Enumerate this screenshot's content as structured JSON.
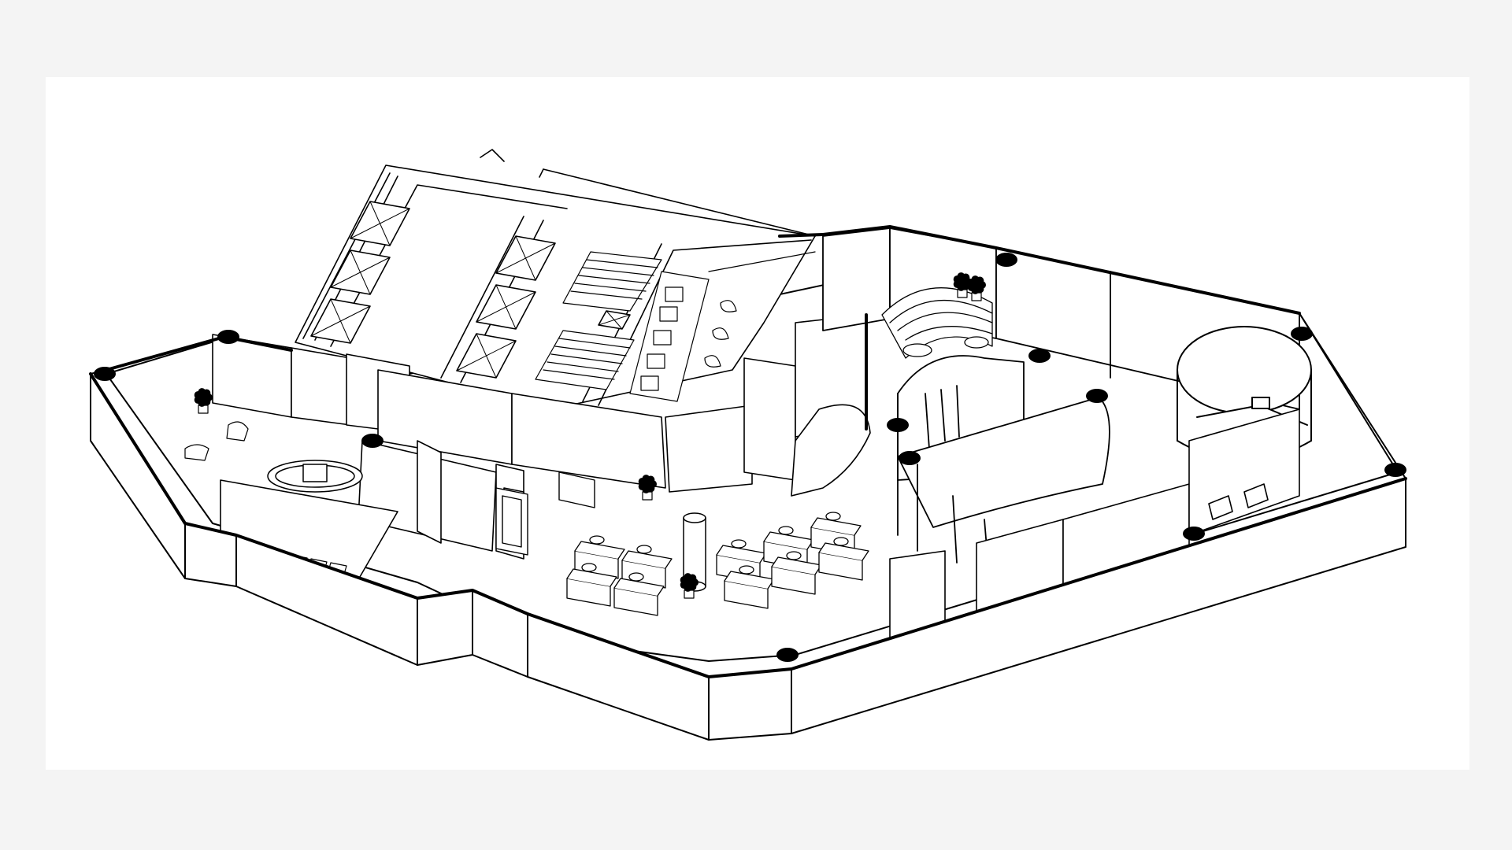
{
  "drawing": {
    "colors": {
      "background": "#f4f4f4",
      "paper": "#ffffff",
      "line": "#000000"
    },
    "elements": [
      {
        "name": "exterior-wall",
        "count": 1
      },
      {
        "name": "structural-column",
        "count": 12
      },
      {
        "name": "elevator-shaft",
        "count": 7
      },
      {
        "name": "stair",
        "count": 2
      },
      {
        "name": "round-meeting-room",
        "count": 1
      },
      {
        "name": "curved-meeting-room",
        "count": 2
      },
      {
        "name": "workstation-cluster",
        "count": 2
      },
      {
        "name": "potted-plant",
        "count": 5
      },
      {
        "name": "reception-desk",
        "count": 1
      }
    ]
  }
}
